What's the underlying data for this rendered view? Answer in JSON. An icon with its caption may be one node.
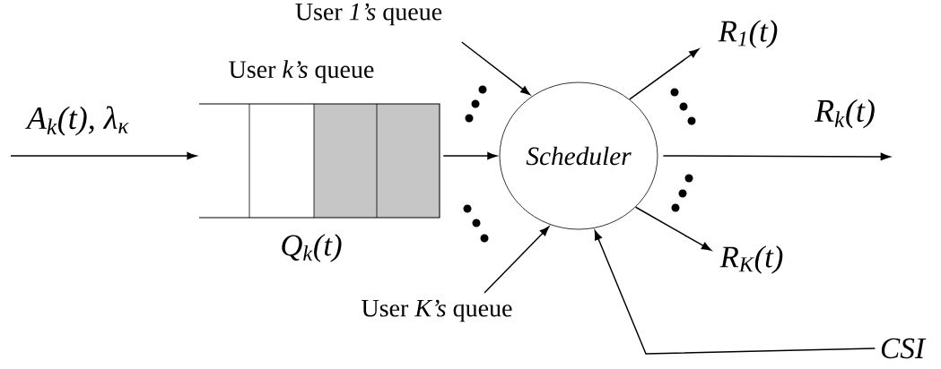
{
  "diagram": {
    "nodes": [
      {
        "text": [
          "User *k’s* queue"
        ],
        "beside": [
          "Q$_{k}$(t)"
        ]
      },
      {
        "text": [
          "Scheduler"
        ]
      },
      {
        "text": [
          "User *1’s* queue"
        ]
      },
      {
        "text": [
          "User *K’s* queue"
        ]
      },
      {
        "text": [
          "R$_{1}$(t)"
        ]
      },
      {
        "text": [
          "R$_{K}$(t)"
        ]
      },
      {
        "text": [
          "CSI"
        ]
      }
    ],
    "edges": [
      {
        "from": null,
        "to": 0,
        "arrow": "to",
        "label": "A$_{k}$(t), λ$_{κ}$"
      },
      {
        "from": 0,
        "to": 1,
        "arrow": "to"
      },
      {
        "from": 2,
        "to": 1,
        "arrow": "to"
      },
      {
        "from": 3,
        "to": 1,
        "arrow": "to"
      },
      {
        "from": 1,
        "to": 4,
        "arrow": "to"
      },
      {
        "from": 1,
        "to": null,
        "arrow": "to",
        "label": "R$_{k}$(t)"
      },
      {
        "from": 1,
        "to": 5,
        "arrow": "to"
      },
      {
        "from": 6,
        "to": 1,
        "arrow": "to"
      }
    ]
  }
}
